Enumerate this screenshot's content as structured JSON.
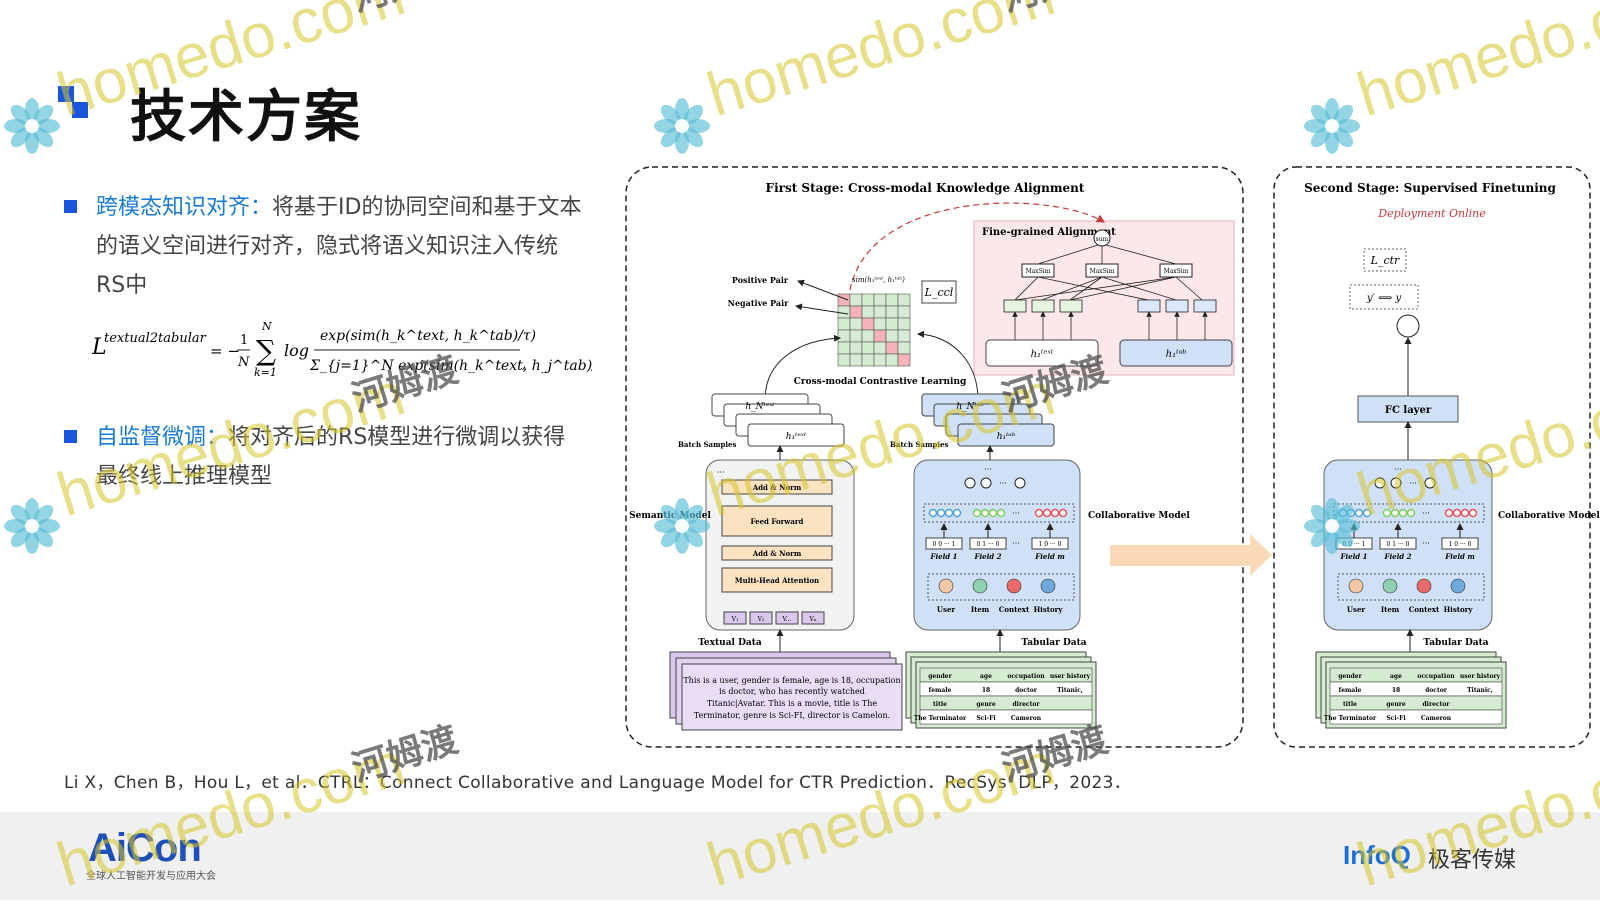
{
  "slide": {
    "title": "技术方案",
    "bullets": [
      {
        "keyword": "跨模态知识对齐",
        "sep": "：",
        "text": "将基于ID的协同空间和基于文本的语义空间进行对齐，隐式将语义知识注入传统RS中"
      },
      {
        "keyword": "自监督微调",
        "sep": "：",
        "text": "将对齐后的RS模型进行微调以获得最终线上推理模型"
      }
    ],
    "formula": {
      "lhs": "L",
      "sup": "textual2tabular",
      "eq": "= −",
      "frac_num": "1",
      "frac_den": "N",
      "sum_top": "N",
      "sum_bot": "k=1",
      "log": "log",
      "num": "exp(sim(h_k^text, h_k^tab)/τ)",
      "den": "Σ_{j=1}^N exp(sim(h_k^text, h_j^tab)/τ)"
    },
    "reference": "Li X，Chen B，Hou L，et al．CTRL：Connect Collaborative and Language Model for CTR Prediction．RecSys’ DLP，2023．"
  },
  "diagram": {
    "stage1_title": "First Stage: Cross-modal Knowledge Alignment",
    "stage2_title": "Second Stage: Supervised Finetuning",
    "deployment": "Deployment Online",
    "fine_grained": "Fine-grained Alignment",
    "sum": "sum",
    "maxsim": "MaxSim",
    "h_text": "h₁ᵗᵉˣᵗ",
    "h_tab": "h₁ᵗᵃᵇ",
    "hN_text": "h_Nᵗᵉˣᵗ",
    "hN_tab": "h_Nᵗᵃᵇ",
    "positive_pair": "Positive Pair",
    "negative_pair": "Negative Pair",
    "sim_label": "sim(h₁ᵗᵉˣᵗ, h₁ᵗᵃᵇ)",
    "loss_ccl": "L_ccl",
    "contrastive": "Cross-modal Contrastive  Learning",
    "batch_samples": "Batch Samples",
    "semantic_model": "Semantic Model",
    "collaborative_model": "Collaborative Model",
    "add_norm": "Add & Norm",
    "feed_forward": "Feed Forward",
    "mha": "Multi-Head Attention",
    "tokens": [
      "V₁",
      "V₂",
      "V...",
      "Vₙ"
    ],
    "fields": [
      "Field 1",
      "Field 2",
      "Field m"
    ],
    "field_codes": [
      "0 0 ··· 1",
      "0 1 ··· 0",
      "1 0 ··· 0"
    ],
    "entities": [
      "User",
      "Item",
      "Context",
      "History"
    ],
    "textual_data": "Textual Data",
    "tabular_data": "Tabular Data",
    "text_sample": [
      "This is a user, gender is female, age is 18, occupation",
      "is doctor, who has recently watched",
      "Titanic|Avatar. This is a movie, title is The",
      "Terminator,    genre is Sci-FI, director is Camelon."
    ],
    "table_rows": [
      [
        "gender",
        "age",
        "occupation",
        "user history"
      ],
      [
        "female",
        "18",
        "doctor",
        "Titanic,"
      ],
      [
        "title",
        "genre",
        "director",
        ""
      ],
      [
        "The Terminator",
        "Sci-Fi",
        "Cameron",
        ""
      ]
    ],
    "fc_layer": "FC layer",
    "loss_ctr": "L_ctr",
    "y_pair": "y′ ⟺ y",
    "dots": "···"
  },
  "footer": {
    "aicon": "AiCon",
    "aicon_sub": "全球人工智能开发与应用大会",
    "infoq": "InfoQ",
    "infoq_cn": "极客传媒"
  },
  "watermark": {
    "en": "homedo.com",
    "cn": "河姆渡"
  },
  "colors": {
    "accent": "#1a56db",
    "keyword": "#1a7bd6",
    "semantic": "#d9c7ec",
    "collab": "#cfe0f7",
    "table": "#d6ecd2",
    "fine_bg": "#fce8ea",
    "arrow": "#f9d9b8"
  }
}
